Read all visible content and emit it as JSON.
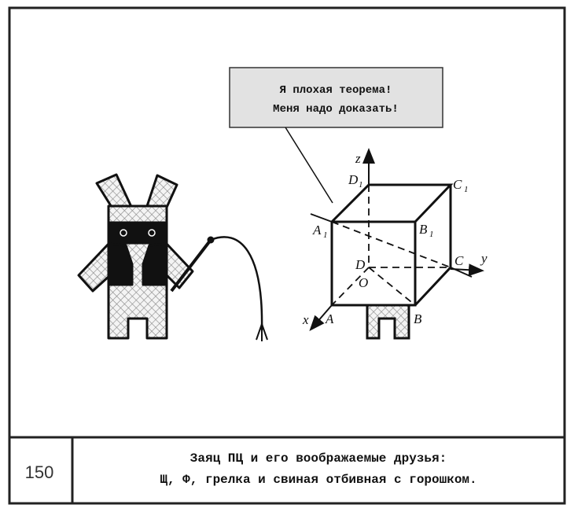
{
  "speech_bubble": {
    "line1": "Я плохая теорема!",
    "line2": "Меня надо доказать!"
  },
  "cube_labels": {
    "z": "z",
    "y": "y",
    "x": "x",
    "D1": "D",
    "C1": "C",
    "A1": "A",
    "B1": "B",
    "sub1": "1",
    "A": "A",
    "B": "B",
    "C": "C",
    "D": "D",
    "O": "O"
  },
  "caption": {
    "page_number": "150",
    "line1": "Заяц ПЦ и его воображаемые друзья:",
    "line2": "Щ, Ф, грелка и свиная отбивная с горошком."
  },
  "colors": {
    "bubble_fill": "#e2e2e2",
    "ink": "#111111"
  }
}
